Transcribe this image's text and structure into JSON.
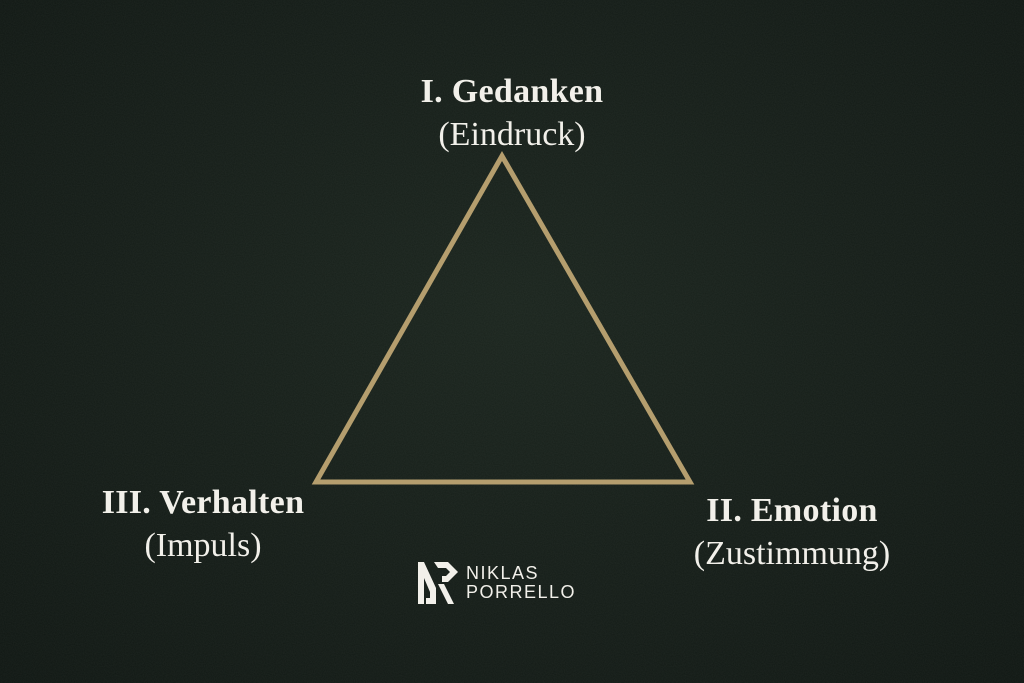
{
  "colors": {
    "background": "#131b16",
    "triangle_stroke": "#b59e6e",
    "text": "#f2f0ea"
  },
  "diagram": {
    "nodes": {
      "top": {
        "title": "I. Gedanken",
        "subtitle": "(Eindruck)"
      },
      "right": {
        "title": "II. Emotion",
        "subtitle": "(Zustimmung)"
      },
      "left": {
        "title": "III. Verhalten",
        "subtitle": "(Impuls)"
      }
    }
  },
  "logo": {
    "line1": "NIKLAS",
    "line2": "PORRELLO"
  }
}
